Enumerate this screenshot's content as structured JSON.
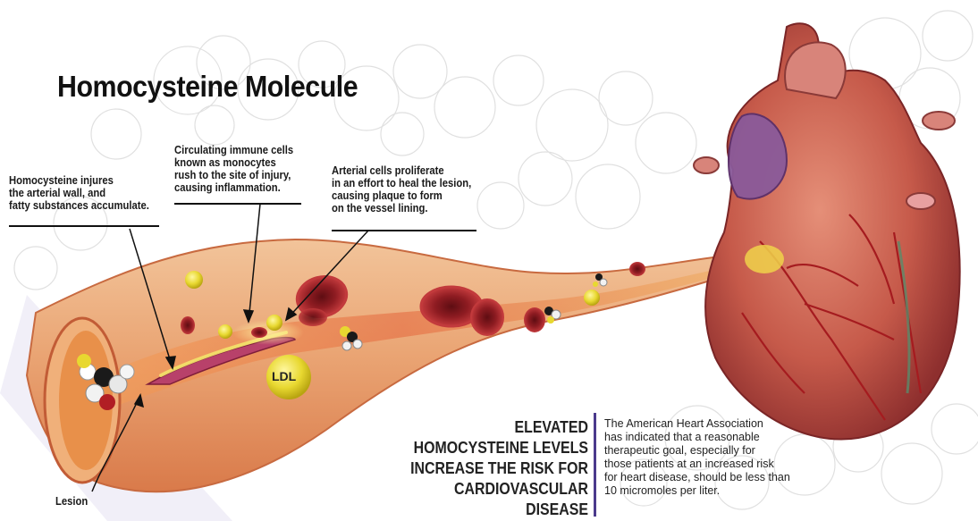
{
  "title": "Homocysteine Molecule",
  "callouts": {
    "arterial_wall": "Homocysteine injures\nthe arterial wall, and\nfatty substances accumulate.",
    "monocytes": "Circulating immune cells\nknown as monocytes\nrush to the site of injury,\ncausing inflammation.",
    "proliferate": "Arterial cells proliferate\nin an effort to heal the lesion,\ncausing plaque to form\non the vessel lining."
  },
  "labels": {
    "lesion": "Lesion",
    "ldl": "LDL"
  },
  "headline": "ELEVATED\nHOMOCYSTEINE LEVELS\nINCREASE THE RISK FOR\nCARDIOVASCULAR DISEASE",
  "aha_note": "The American Heart Association\nhas indicated that a reasonable\ntherapeutic goal, especially for\nthose patients at an increased risk\nfor heart disease, should be less than\n10 micromoles per liter.",
  "colors": {
    "artery": "#e8a06a",
    "artery_dark": "#c5623c",
    "blood_cell": "#a8242b",
    "ldl": "#e4d42a",
    "heart": "#c85a4c",
    "accent_bar": "#4b3a8c"
  }
}
